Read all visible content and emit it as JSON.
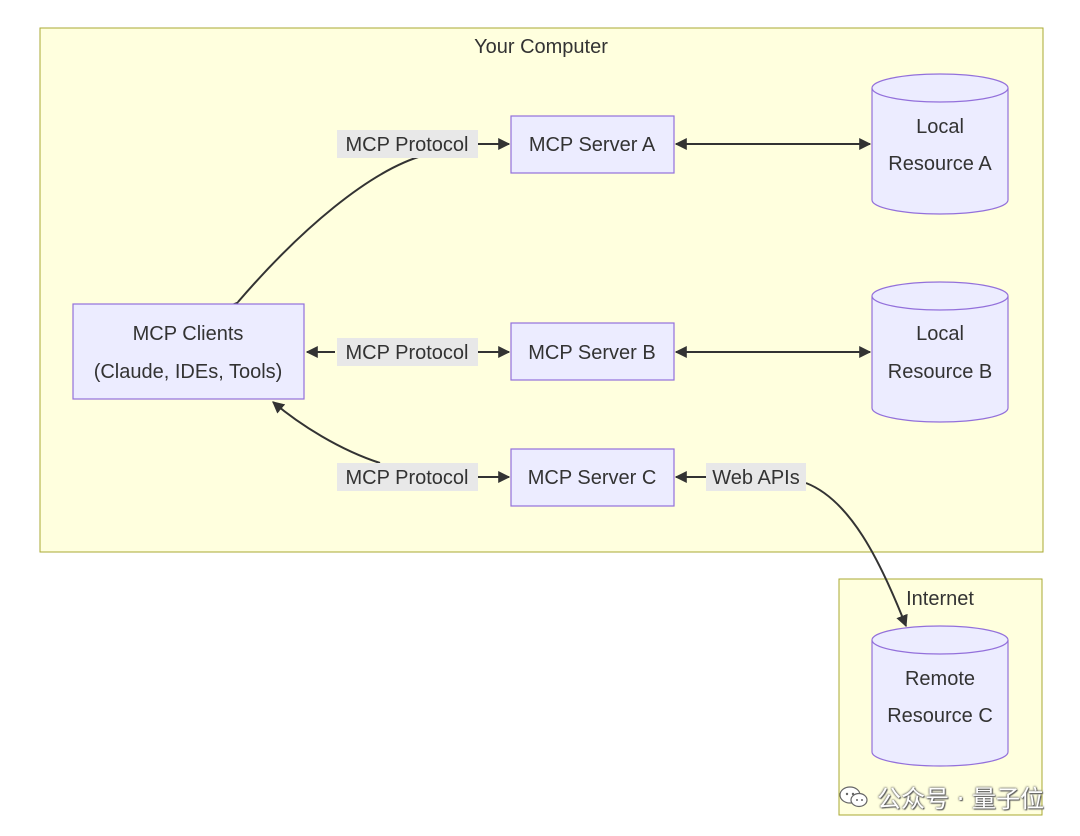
{
  "groups": {
    "computer": {
      "title": "Your Computer"
    },
    "internet": {
      "title": "Internet"
    }
  },
  "nodes": {
    "clients": {
      "lines": [
        "MCP Clients",
        "(Claude, IDEs, Tools)"
      ]
    },
    "server_a": {
      "label": "MCP Server A"
    },
    "server_b": {
      "label": "MCP Server B"
    },
    "server_c": {
      "label": "MCP Server C"
    },
    "resource_a": {
      "lines": [
        "Local",
        "Resource A"
      ]
    },
    "resource_b": {
      "lines": [
        "Local",
        "Resource B"
      ]
    },
    "resource_c": {
      "lines": [
        "Remote",
        "Resource C"
      ]
    }
  },
  "edges": {
    "clients_a": {
      "label": "MCP Protocol"
    },
    "clients_b": {
      "label": "MCP Protocol"
    },
    "clients_c": {
      "label": "MCP Protocol"
    },
    "c_remote": {
      "label": "Web APIs"
    }
  },
  "watermark": {
    "icon": "wechat-icon",
    "text": "公众号 · 量子位"
  },
  "colors": {
    "group_fill": "#ffffde",
    "group_stroke": "#aaaa33",
    "node_fill": "#ececff",
    "node_stroke": "#9370db",
    "edge": "#333333",
    "label_bg": "#e8e8e8"
  }
}
